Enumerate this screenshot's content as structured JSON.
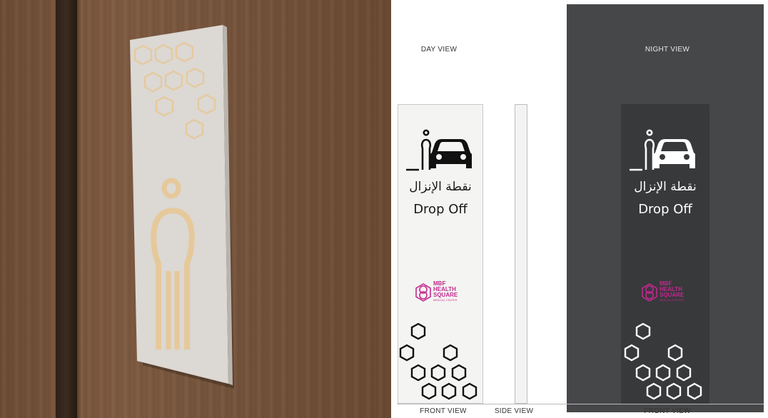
{
  "drawing": {
    "day_view_label": "DAY VIEW",
    "night_view_label": "NIGHT VIEW",
    "front_view_label": "FRONT VIEW",
    "side_view_label": "SIDE VIEW",
    "front_view_label_right": "FRONT VIEW"
  },
  "sign": {
    "arabic_text": "نقطة الإنزال",
    "english_text": "Drop Off"
  },
  "logo": {
    "line1": "MBF",
    "line2": "HEALTH",
    "line3": "SQUARE",
    "line4": "MEDICAL CENTER"
  },
  "colors": {
    "wood": "#75533b",
    "plaque": "#dcd8d3",
    "brass": "#e6c99b",
    "night_background": "#464749",
    "night_sign": "#38393b",
    "brand_magenta": "#c2288f"
  },
  "icons": [
    "person-icon",
    "car-icon",
    "hexagon-pattern-icon",
    "mbf-logo-icon"
  ]
}
